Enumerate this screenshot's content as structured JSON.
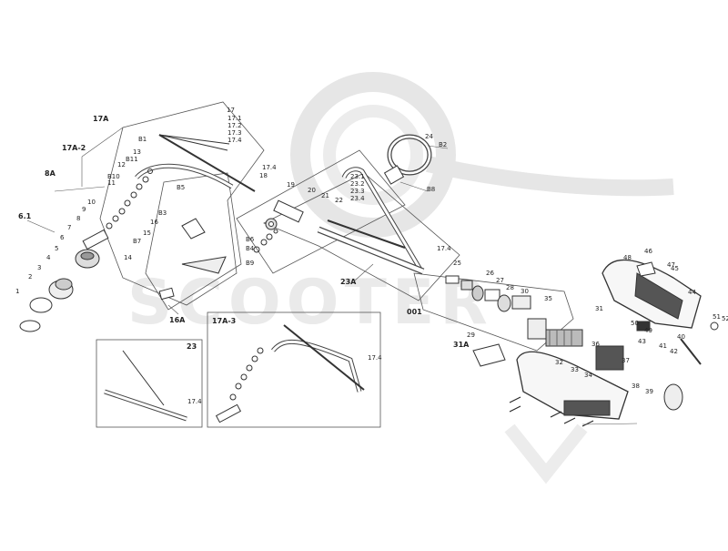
{
  "watermark": {
    "text": "SCOOTER"
  },
  "groups": {
    "g17A": "17A",
    "g17A2": "17A-2",
    "g8A": "8A",
    "g61": "6.1",
    "g16A": "16A",
    "g17A3": "17A-3",
    "g23": "23",
    "g23A": "23A",
    "g001": "001",
    "g31A": "31A"
  },
  "labels": {
    "l1": "1",
    "l2": "2",
    "l3": "3",
    "l4": "4",
    "l5": "5",
    "l6": "6",
    "l7": "7",
    "l8": "8",
    "l9": "9",
    "l10": "10",
    "l11": "11",
    "l12": "12",
    "l13": "13",
    "l14": "14",
    "l15": "15",
    "l16": "16",
    "l17": "17",
    "l18": "18",
    "l19": "19",
    "l20": "20",
    "l21": "21",
    "l22": "22",
    "l24": "24",
    "l25": "25",
    "l26": "26",
    "l27": "27",
    "l28": "28",
    "l29": "29",
    "l30": "30",
    "l31": "31",
    "l32": "32",
    "l33": "33",
    "l34": "34",
    "l35": "35",
    "l36": "36",
    "l37": "37",
    "l38": "38",
    "l39": "39",
    "l40": "40",
    "l41": "41",
    "l42": "42",
    "l43": "43",
    "l44": "44",
    "l45": "45",
    "l46": "46",
    "l47": "47",
    "l48": "48",
    "l49": "49",
    "l50": "50",
    "l51": "51",
    "l52": "52",
    "b1": "B1",
    "b2": "B2",
    "b3": "B3",
    "b4": "B4",
    "b5": "B5",
    "b6": "B6",
    "b7": "B7",
    "b8": "B8",
    "b9": "B9",
    "b10": "B10",
    "b11": "B11",
    "s171": "17.1",
    "s172": "17.2",
    "s173": "17.3",
    "s174": "17.4",
    "s231": "23.1",
    "s232": "23.2",
    "s233": "23.3",
    "s234": "23.4",
    "r174": "17.4",
    "r174b": "17.4",
    "r174c": "17.4",
    "r174d": "17.4"
  }
}
